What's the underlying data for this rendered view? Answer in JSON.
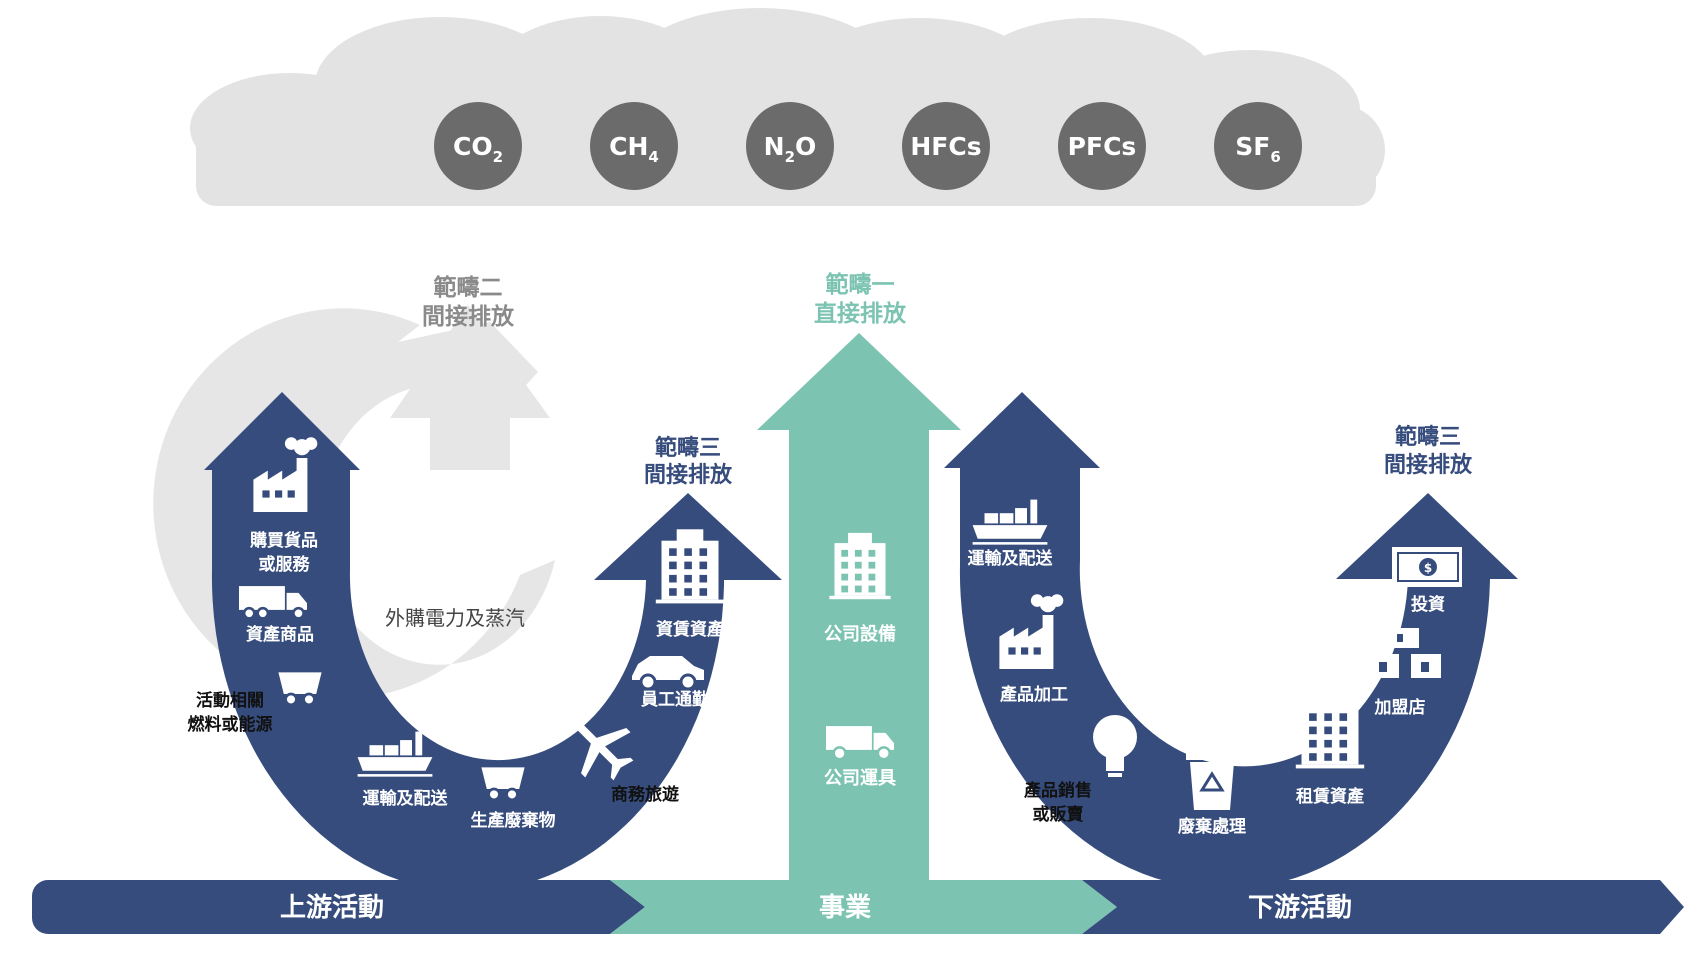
{
  "colors": {
    "navy": "#364c7d",
    "teal": "#7cc4b1",
    "cloud": "#e3e3e3",
    "gas_circle": "#6b6b6b",
    "scope2_arrow": "#e6e6e6"
  },
  "gases": [
    {
      "base": "CO",
      "sub": "2"
    },
    {
      "base": "CH",
      "sub": "4"
    },
    {
      "base": "N",
      "sub": "2",
      "after": "O"
    },
    {
      "base": "HFCs",
      "sub": ""
    },
    {
      "base": "PFCs",
      "sub": ""
    },
    {
      "base": "SF",
      "sub": "6"
    }
  ],
  "scope2": {
    "line1": "範疇二",
    "line2": "間接排放"
  },
  "scope1": {
    "line1": "範疇一",
    "line2": "直接排放"
  },
  "scope3_up": {
    "line1": "範疇三",
    "line2": "間接排放"
  },
  "scope3_down": {
    "line1": "範疇三",
    "line2": "間接排放"
  },
  "upstream_items": {
    "purchased": {
      "line1": "購買貨品",
      "line2": "或服務",
      "icon": "factory-icon"
    },
    "capital": {
      "line1": "資產商品",
      "icon": "truck-icon"
    },
    "fuel": {
      "line1": "活動相關",
      "line2": "燃料或能源",
      "icon": "mine-cart-icon"
    },
    "transport": {
      "line1": "運輸及配送",
      "icon": "ship-icon"
    },
    "waste": {
      "line1": "生產廢棄物",
      "icon": "waste-cart-icon"
    },
    "travel": {
      "line1": "商務旅遊",
      "icon": "airplane-icon"
    },
    "commute": {
      "line1": "員工通勤",
      "icon": "car-icon"
    },
    "leased": {
      "line1": "資賃資產",
      "icon": "building-icon"
    }
  },
  "electricity": {
    "label": "外購電力及蒸汽",
    "icon": "plug-icon"
  },
  "company_items": {
    "facilities": {
      "label": "公司設備",
      "icon": "building-icon"
    },
    "vehicles": {
      "label": "公司運具",
      "icon": "truck-icon"
    }
  },
  "downstream_items": {
    "transport": {
      "line1": "運輸及配送",
      "icon": "ship-icon"
    },
    "processing": {
      "line1": "產品加工",
      "icon": "factory-icon"
    },
    "sold": {
      "line1": "產品銷售",
      "line2": "或販賣",
      "icon": "lightbulb-icon"
    },
    "eol": {
      "line1": "廢棄處理",
      "icon": "recycle-bin-icon"
    },
    "leased": {
      "line1": "租賃資產",
      "icon": "building-icon"
    },
    "franchise": {
      "line1": "加盟店",
      "icon": "store-icon"
    },
    "investment": {
      "line1": "投資",
      "icon": "banknote-icon"
    }
  },
  "bottom_bar": {
    "upstream": "上游活動",
    "business": "事業",
    "downstream": "下游活動"
  }
}
